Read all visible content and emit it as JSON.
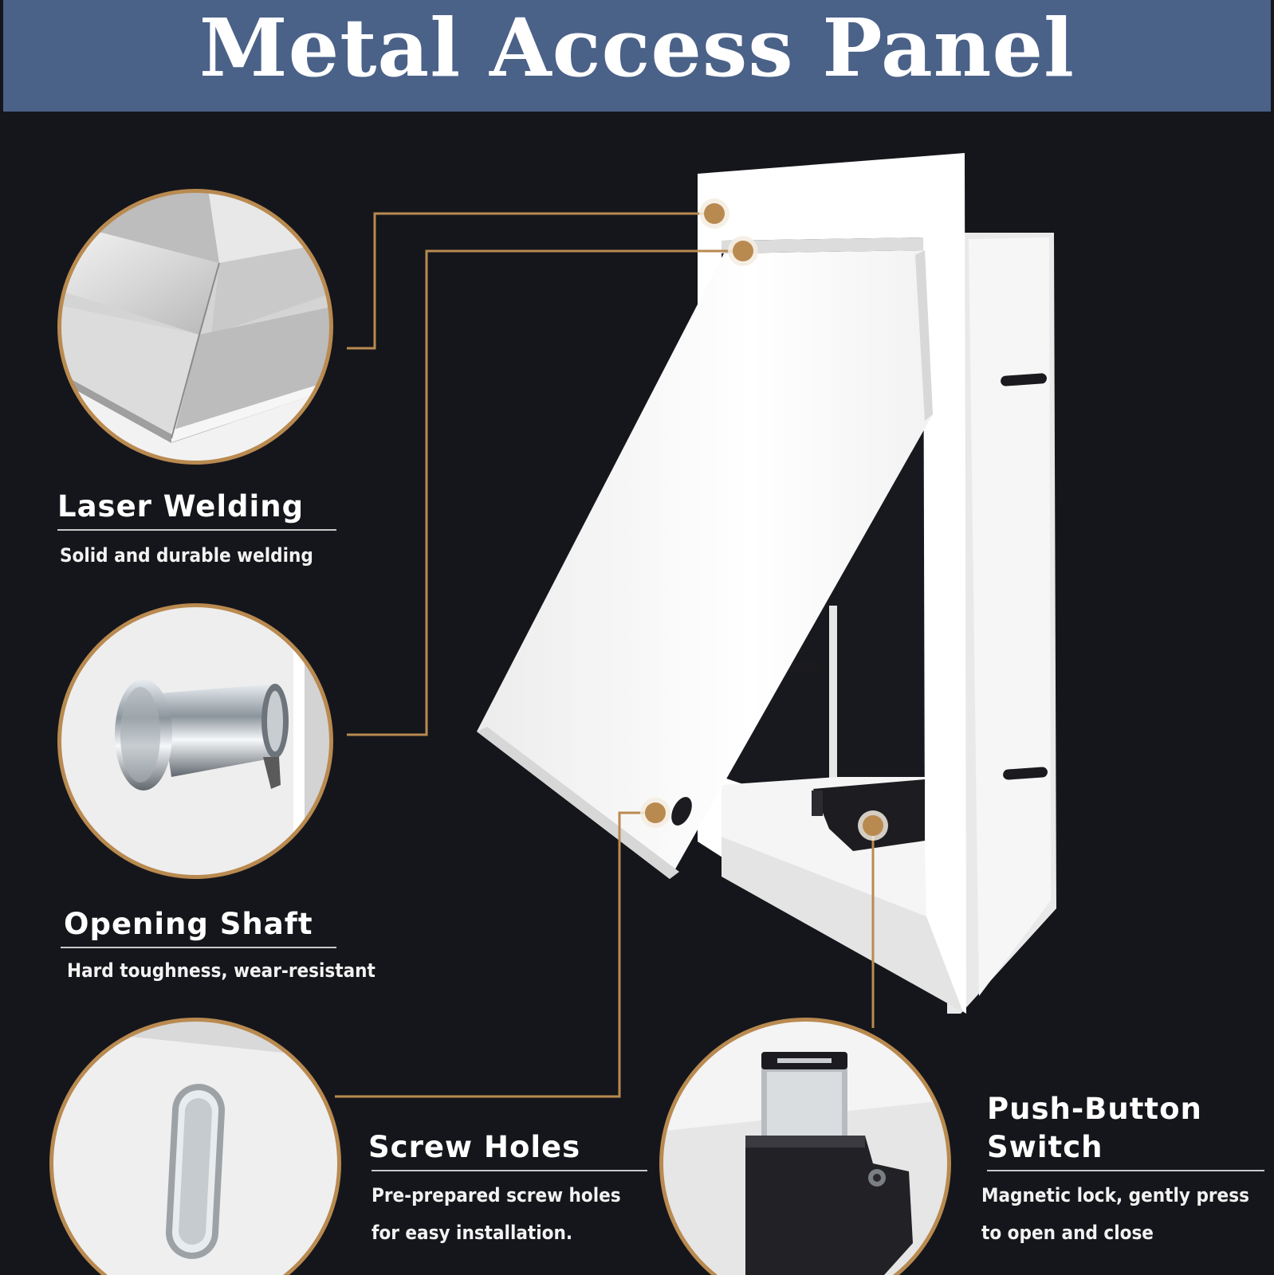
{
  "banner": {
    "title": "Metal Access Panel",
    "color": "#4a6188"
  },
  "colors": {
    "background": "#15161b",
    "callout": "#b98a50",
    "panel": "#ffffff"
  },
  "features": [
    {
      "title": "Laser Welding",
      "desc": [
        "Solid and durable welding"
      ],
      "icon": "weld-corner-closeup"
    },
    {
      "title": "Opening Shaft",
      "desc": [
        "Hard toughness, wear-resistant"
      ],
      "icon": "hinge-pin-closeup"
    },
    {
      "title": "Screw Holes",
      "desc": [
        "Pre-prepared screw holes",
        "for easy installation."
      ],
      "icon": "screw-slot-closeup"
    },
    {
      "title": "Push-Button Switch",
      "title_lines": [
        "Push-Button",
        "Switch"
      ],
      "desc": [
        "Magnetic lock, gently press",
        "to open and close"
      ],
      "icon": "push-latch-closeup"
    }
  ]
}
